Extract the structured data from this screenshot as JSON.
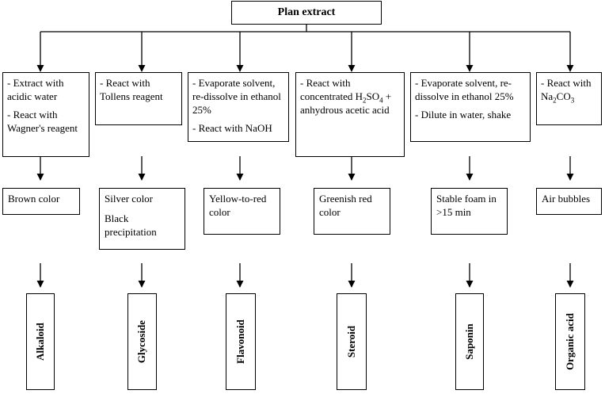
{
  "title": "Plan extract",
  "columns": [
    {
      "steps": [
        {
          "parts": [
            {
              "t": "- Extract with acidic water"
            }
          ]
        },
        {
          "parts": [
            {
              "t": "- React with Wagner's reagent"
            }
          ]
        }
      ],
      "results": [
        "Brown color"
      ],
      "class": "Alkaloid"
    },
    {
      "steps": [
        {
          "parts": [
            {
              "t": "- React with Tollens reagent"
            }
          ]
        }
      ],
      "results": [
        "Silver color",
        "Black precipitation"
      ],
      "class": "Glycoside"
    },
    {
      "steps": [
        {
          "parts": [
            {
              "t": "- Evaporate solvent, re-dissolve in ethanol 25%"
            }
          ]
        },
        {
          "parts": [
            {
              "t": "- React with NaOH"
            }
          ]
        }
      ],
      "results": [
        "Yellow-to-red color"
      ],
      "class": "Flavonoid"
    },
    {
      "steps": [
        {
          "parts": [
            {
              "t": "- React with concentrated H"
            },
            {
              "t": "2",
              "sub": true
            },
            {
              "t": "SO"
            },
            {
              "t": "4",
              "sub": true
            },
            {
              "t": " + anhydrous acetic acid"
            }
          ]
        }
      ],
      "results": [
        "Greenish red color"
      ],
      "class": "Steroid"
    },
    {
      "steps": [
        {
          "parts": [
            {
              "t": "- Evaporate solvent, re-dissolve in ethanol 25%"
            }
          ]
        },
        {
          "parts": [
            {
              "t": "- Dilute in water, shake"
            }
          ]
        }
      ],
      "results": [
        "Stable foam in >15 min"
      ],
      "class": "Saponin"
    },
    {
      "steps": [
        {
          "parts": [
            {
              "t": "- React with Na"
            },
            {
              "t": "2",
              "sub": true
            },
            {
              "t": "CO"
            },
            {
              "t": "3",
              "sub": true
            }
          ]
        }
      ],
      "results": [
        "Air bubbles"
      ],
      "class": "Organic acid"
    }
  ]
}
